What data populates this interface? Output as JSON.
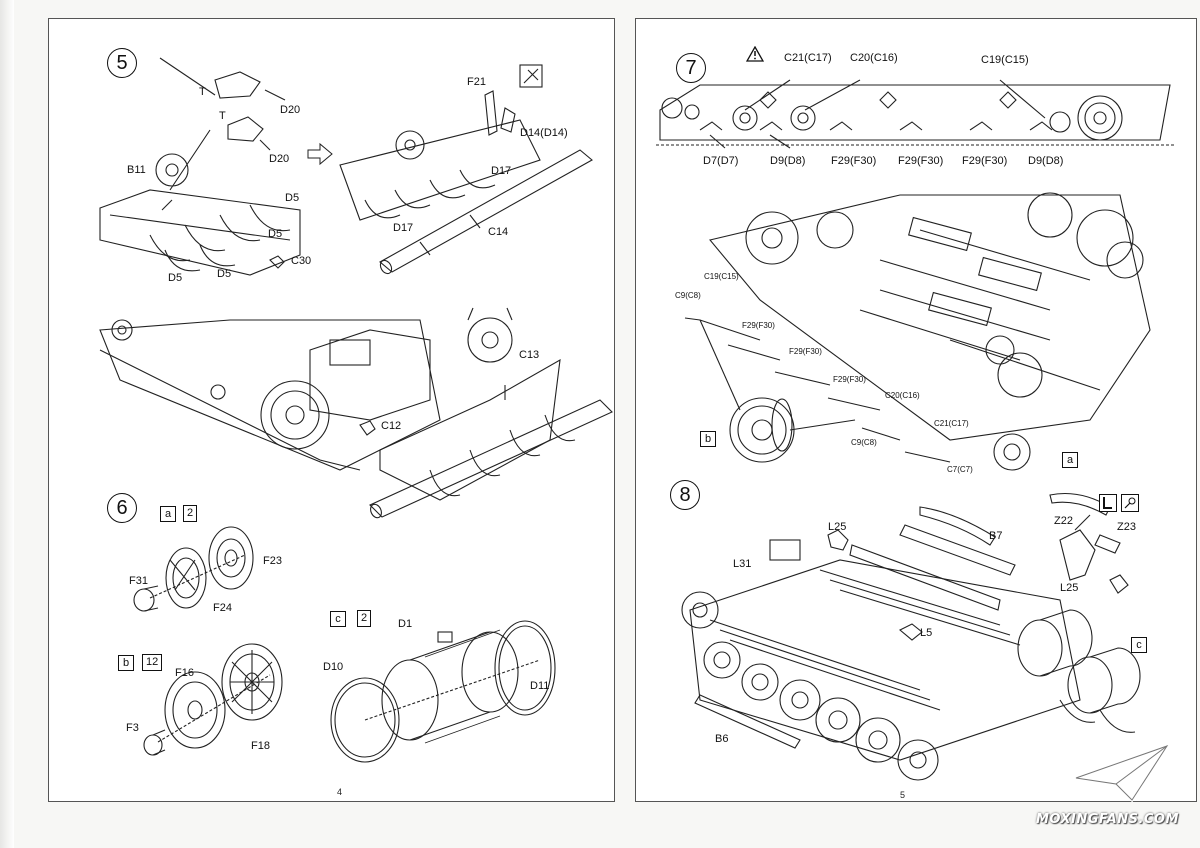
{
  "left_page": {
    "page_number": "4",
    "step5": {
      "number": "5",
      "labels": [
        "T",
        "T",
        "D20",
        "D20",
        "B11",
        "D5",
        "D5",
        "D5",
        "D5",
        "C30",
        "F21",
        "D14(D14)",
        "D17",
        "D17",
        "C14",
        "C13",
        "C12"
      ]
    },
    "step6": {
      "number": "6",
      "box_a": "a",
      "box_a_qty": "2",
      "box_b": "b",
      "box_b_qty": "12",
      "box_c": "c",
      "box_c_qty": "2",
      "labels_a": [
        "F23",
        "F31",
        "F24"
      ],
      "labels_b": [
        "F16",
        "F3",
        "F18"
      ],
      "labels_c": [
        "D1",
        "D10",
        "D11"
      ]
    }
  },
  "right_page": {
    "page_number": "5",
    "step7": {
      "number": "7",
      "warning_icon": "warning-triangle-icon",
      "top_labels": [
        "C21(C17)",
        "C20(C16)",
        "C19(C15)"
      ],
      "bottom_labels": [
        "D7(D7)",
        "D9(D8)",
        "F29(F30)",
        "F29(F30)",
        "F29(F30)",
        "D9(D8)"
      ],
      "view_labels": [
        "C19(C15)",
        "C9(C8)",
        "F29(F30)",
        "F29(F30)",
        "F29(F30)",
        "C20(C16)",
        "C21(C17)",
        "C9(C8)",
        "C7(C7)"
      ],
      "box_b": "b",
      "box_a": "a"
    },
    "step8": {
      "number": "8",
      "labels": [
        "L25",
        "B7",
        "L31",
        "Z22",
        "Z23",
        "L25",
        "L5",
        "B6"
      ],
      "box_c": "c",
      "icons": [
        "knife-cut-icon",
        "glue-tube-icon"
      ]
    }
  },
  "watermark": "MOXINGFANS.COM"
}
